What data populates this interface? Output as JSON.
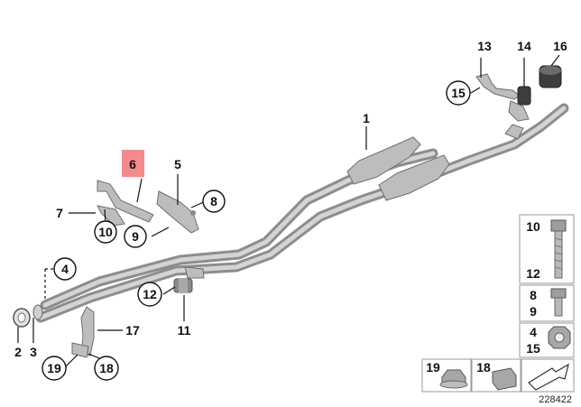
{
  "diagram": {
    "reference_number": "228422",
    "highlighted_callout": "6",
    "highlight_color": "#f48a8a",
    "callouts": {
      "c1": "1",
      "c2": "2",
      "c3": "3",
      "c4": "4",
      "c5": "5",
      "c6": "6",
      "c7": "7",
      "c8": "8",
      "c9": "9",
      "c10": "10",
      "c11": "11",
      "c12": "12",
      "c13": "13",
      "c14": "14",
      "c15": "15",
      "c16": "16",
      "c17": "17",
      "c18": "18",
      "c19": "19"
    },
    "legend": {
      "bolt_long_top": "10",
      "bolt_long_bottom": "12",
      "bolt_mid_top": "8",
      "bolt_mid_bottom": "9",
      "nut_top": "4",
      "nut_bottom": "15",
      "flange_nut": "19",
      "clamp": "18"
    }
  }
}
